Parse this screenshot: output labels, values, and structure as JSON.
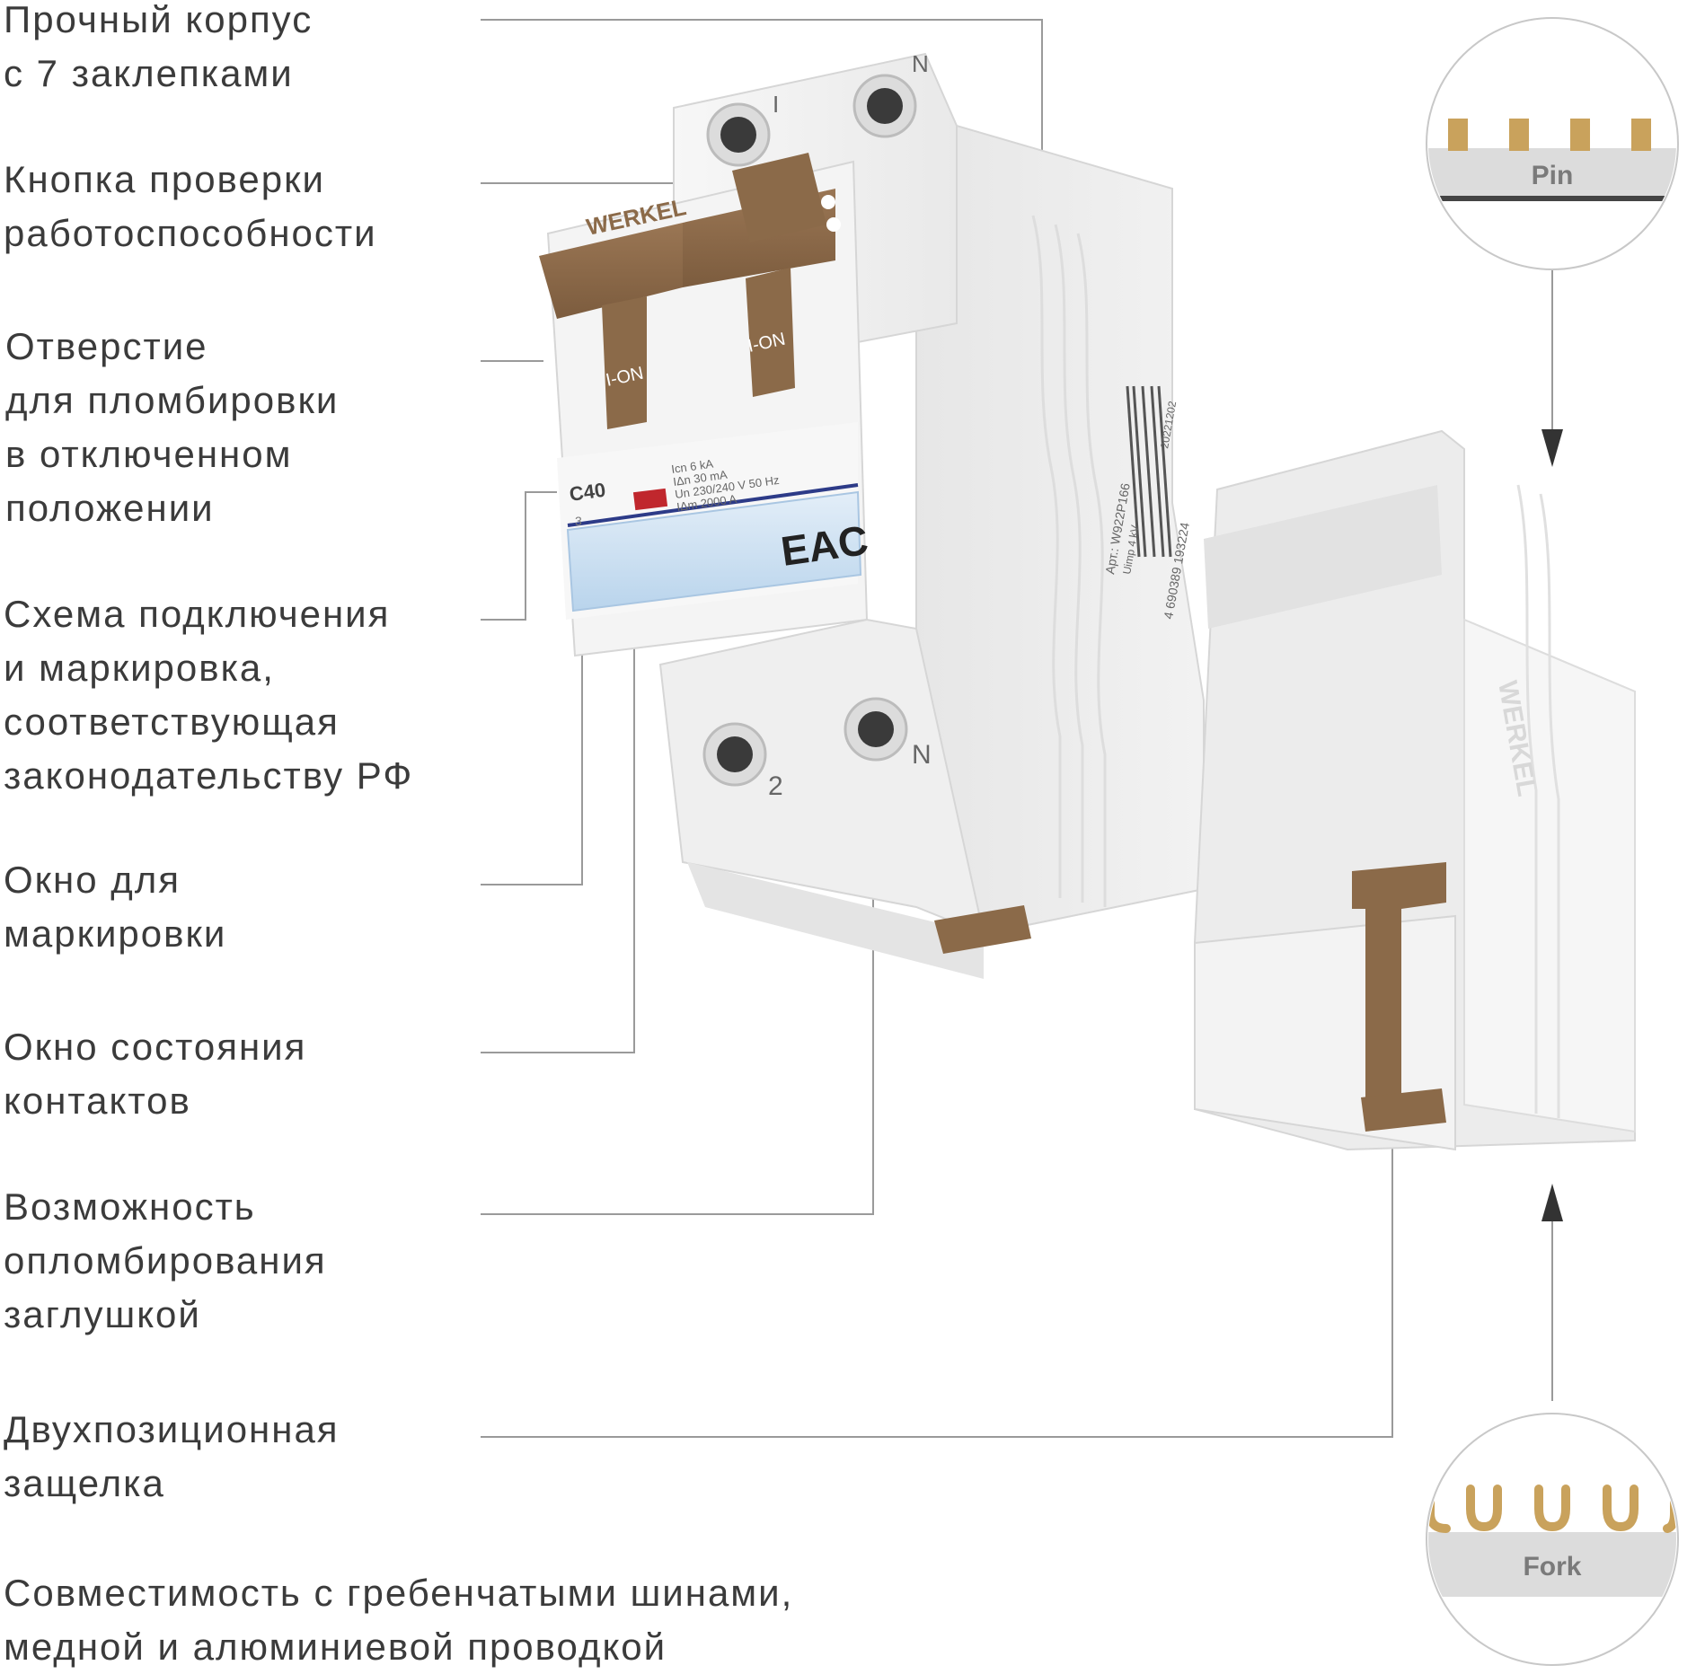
{
  "callouts": [
    {
      "id": "body",
      "lines": [
        "Прочный корпус",
        "с 7 заклепками"
      ]
    },
    {
      "id": "test-button",
      "lines": [
        "Кнопка проверки",
        "работоспособности"
      ]
    },
    {
      "id": "seal-hole",
      "lines": [
        "Отверстие",
        "для пломбировки",
        "в отключенном",
        "положении"
      ]
    },
    {
      "id": "scheme",
      "lines": [
        "Схема подключения",
        "и маркировка,",
        "соответствующая",
        "законодательству РФ"
      ]
    },
    {
      "id": "marking-window",
      "lines": [
        "Окно для",
        "маркировки"
      ]
    },
    {
      "id": "contact-window",
      "lines": [
        "Окно состояния",
        "контактов"
      ]
    },
    {
      "id": "sealing-cap",
      "lines": [
        "Возможность",
        "опломбирования",
        "заглушкой"
      ]
    },
    {
      "id": "latch",
      "lines": [
        "Двухпозиционная",
        "защелка"
      ]
    },
    {
      "id": "compat",
      "lines": [
        "Совместимость с гребенчатыми шинами,",
        "медной и алюминиевой проводкой"
      ]
    }
  ],
  "device": {
    "brand": "WERKEL",
    "rating": "C40",
    "class_mark": "3",
    "handle_label": "I-ON",
    "terminal_top_left": "I",
    "terminal_top_right": "N",
    "terminal_bottom_left": "2",
    "terminal_bottom_right": "N",
    "specs": [
      "Icn 6 kA",
      "IΔn 30 mA",
      "Un 230/240 V 50 Hz",
      "IΔm 2000 A"
    ],
    "cert_mark": "EAC",
    "article": "Арт.: W922P166",
    "impulse": "Uimp 4 kV",
    "date_code": "20221202",
    "barcode_number": "4 690389 193224"
  },
  "badges": {
    "pin": "Pin",
    "fork": "Fork"
  },
  "colors": {
    "text": "#3b3b3b",
    "leader": "#9a9a9a",
    "device_body": "#eeeeee",
    "device_shadow": "#d6d6d6",
    "handle": "#8b6a49",
    "window_blue": "#cfe3f3",
    "indicator_red": "#c0272d",
    "pin_gold": "#c9a25c",
    "badge_bar": "#dcdcdc",
    "badge_text": "#7a7a7a"
  }
}
